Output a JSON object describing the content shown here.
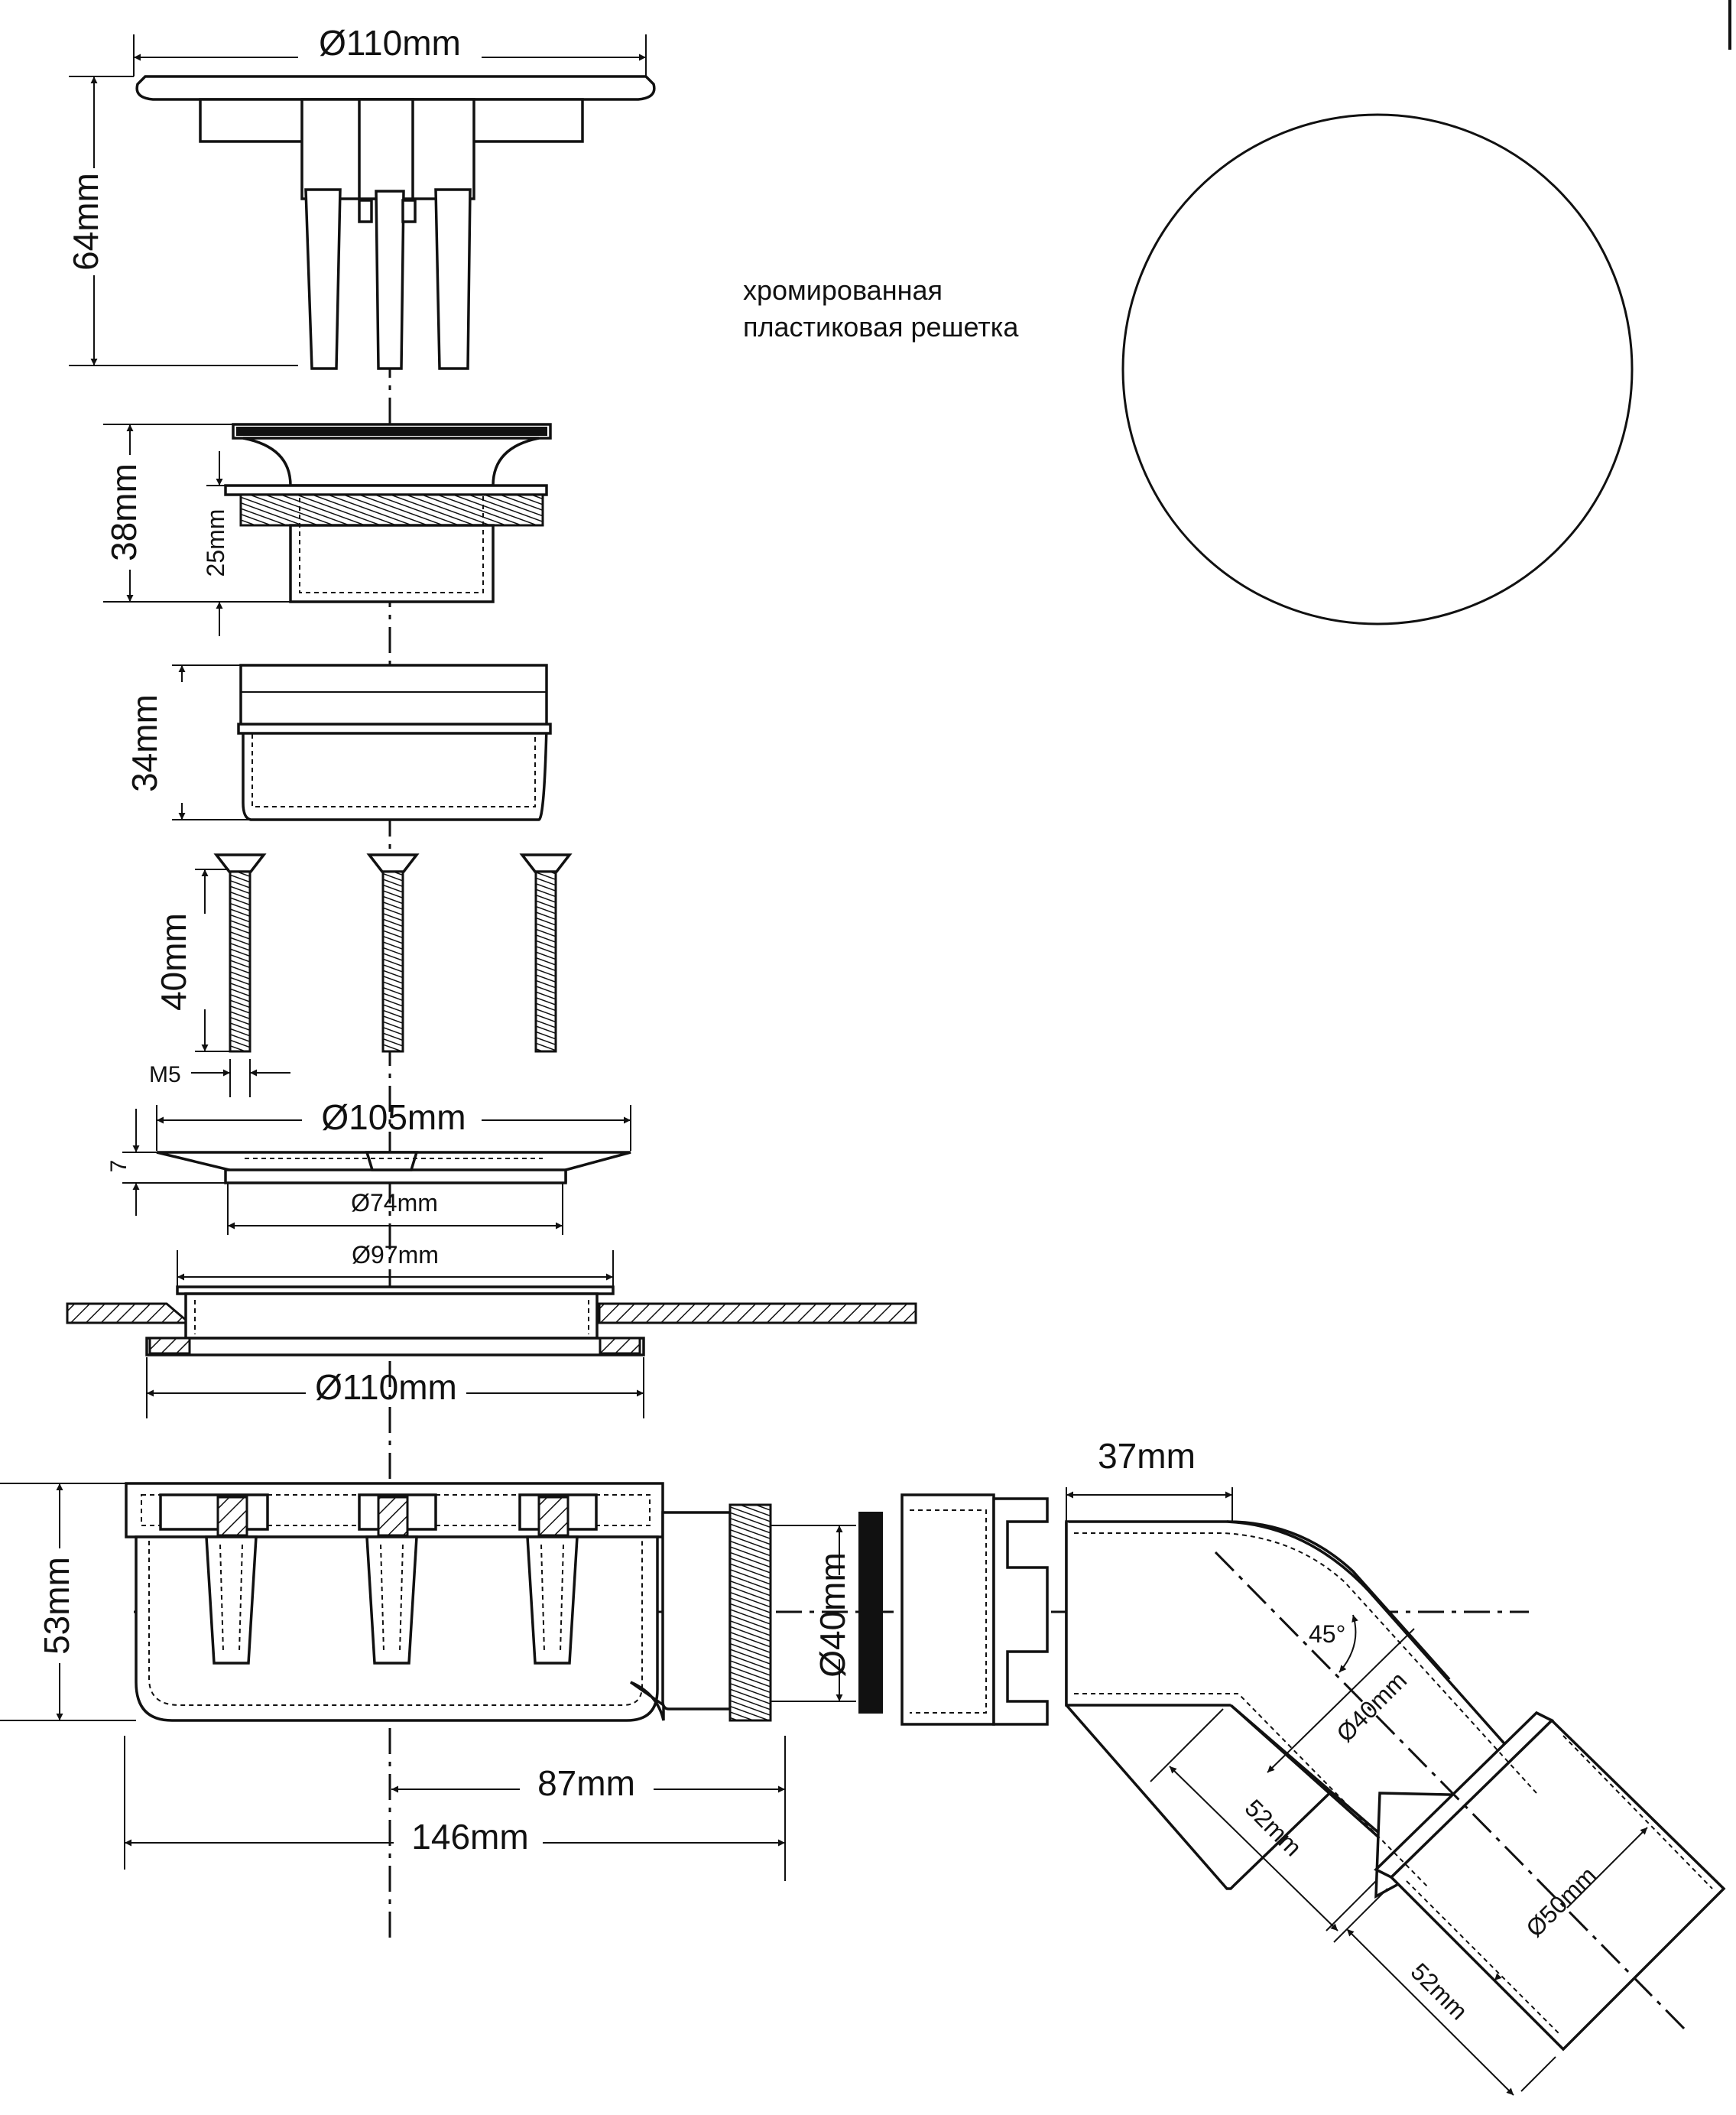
{
  "caption": {
    "line1": "хромированная",
    "line2": "пластиковая решетка"
  },
  "dimensions": {
    "grate_diameter": "Ø110mm",
    "grate_height": "64mm",
    "body_height": "38mm",
    "thread_length": "25mm",
    "adapter_height": "34mm",
    "screw_length": "40mm",
    "screw_thread": "M5",
    "flange_diameter": "Ø105mm",
    "flange_thickness": "7",
    "flange_inner": "Ø74mm",
    "seat_diameter": "Ø97mm",
    "base_diameter": "Ø110mm",
    "trap_height": "53mm",
    "outlet_diameter": "Ø40mm",
    "elbow_offset": "37mm",
    "elbow_angle": "45°",
    "elbow_inner_diameter": "Ø40mm",
    "elbow_outer_diameter": "Ø50mm",
    "elbow_length_1": "52mm",
    "elbow_length_2": "52mm",
    "outlet_offset": "87mm",
    "total_length": "146mm"
  },
  "colors": {
    "line": "#111111",
    "background": "#ffffff"
  }
}
